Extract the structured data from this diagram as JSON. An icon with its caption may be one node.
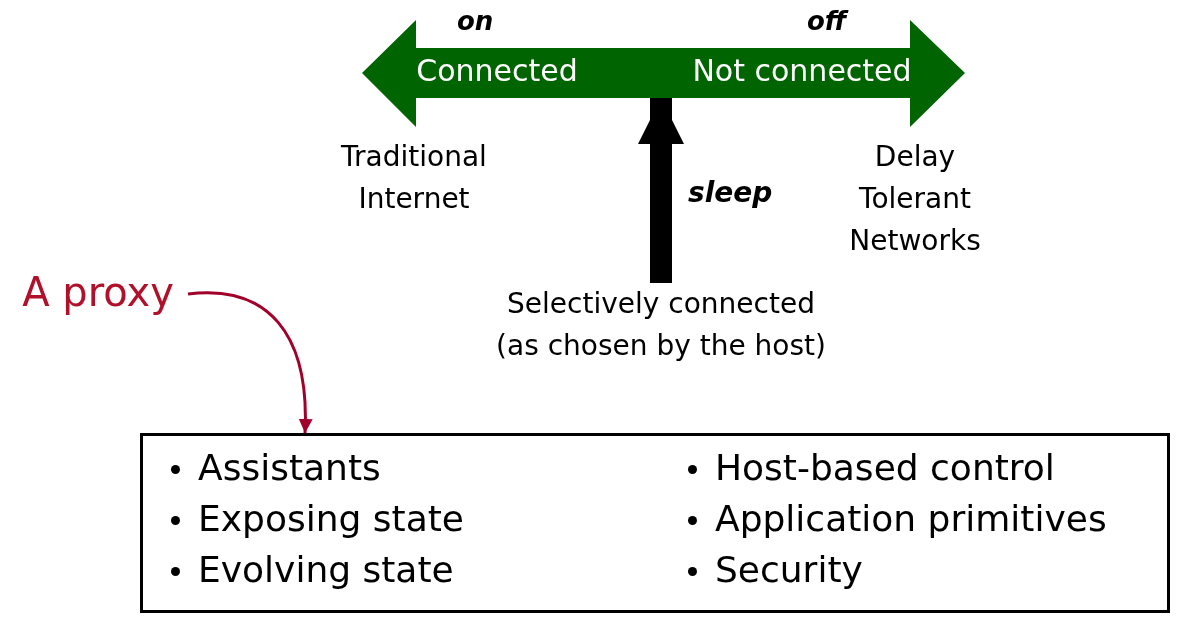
{
  "diagram": {
    "nodes": [
      {
        "text": [
          "Connected",
          "Not connected"
        ],
        "beside": [
          "on",
          "off"
        ]
      },
      {
        "text": [
          "Selectively connected (as chosen by the host)"
        ]
      },
      {
        "text": [
          "A proxy"
        ]
      },
      {
        "text": [
          "Assistants",
          "Exposing state",
          "Evolving state",
          "Host-based control",
          "Application primitives",
          "Security"
        ]
      }
    ],
    "edges": [
      {
        "from": 1,
        "to": 0,
        "arrow": "to",
        "label": "sleep",
        "style": "thick"
      },
      {
        "from": 2,
        "to": 3,
        "arrow": "to",
        "color": "#a0002a"
      }
    ],
    "labels": [
      "Traditional Internet",
      "Delay Tolerant Networks"
    ]
  }
}
